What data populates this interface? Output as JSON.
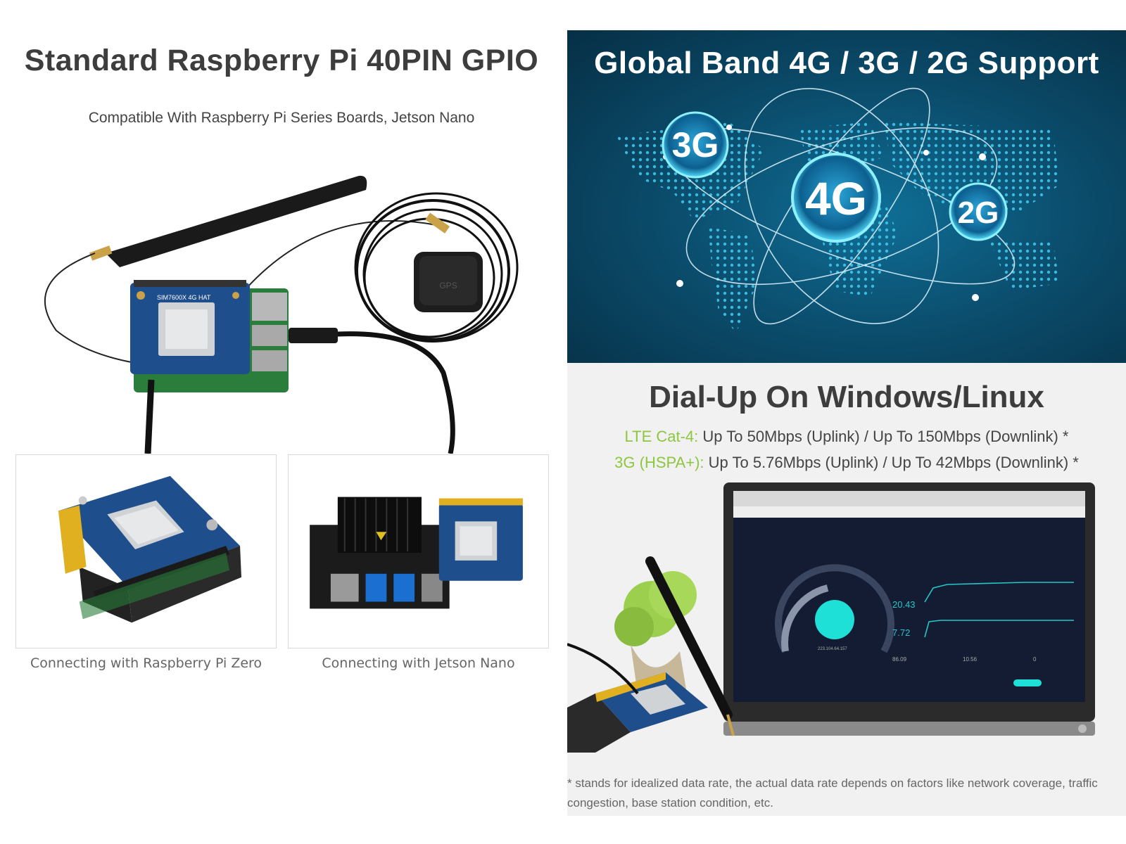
{
  "left": {
    "title": "Standard Raspberry Pi 40PIN GPIO",
    "subtitle": "Compatible With Raspberry Pi Series Boards, Jetson Nano",
    "hero_board_label": "SIM7600X 4G HAT",
    "gps_label": "GPS",
    "thumbs": [
      {
        "caption": "Connecting with Raspberry Pi Zero"
      },
      {
        "caption": "Connecting with Jetson Nano"
      }
    ]
  },
  "band": {
    "title": "Global Band 4G / 3G / 2G Support",
    "badges": [
      "3G",
      "4G",
      "2G"
    ]
  },
  "dial": {
    "title": "Dial-Up On Windows/Linux",
    "lines": [
      {
        "tag": "LTE Cat-4:",
        "text": " Up To 50Mbps (Uplink) / Up To 150Mbps (Downlink) *"
      },
      {
        "tag": "3G (HSPA+):",
        "text": " Up To 5.76Mbps (Uplink) / Up To 42Mbps (Downlink) *"
      }
    ],
    "screen": {
      "download_value": "20.43",
      "upload_value": "7.72",
      "ping_value": "86.09",
      "jitter_value": "10.56",
      "loss_value": "0",
      "ip_text": "223.104.64.157"
    },
    "footnote": "* stands for idealized data rate, the actual data rate depends on factors like network coverage, traffic congestion, base station condition, etc."
  },
  "colors": {
    "accent_green": "#8dc63f",
    "band_blue": "#0b4e6e",
    "pcb_blue": "#1f4e8c"
  }
}
